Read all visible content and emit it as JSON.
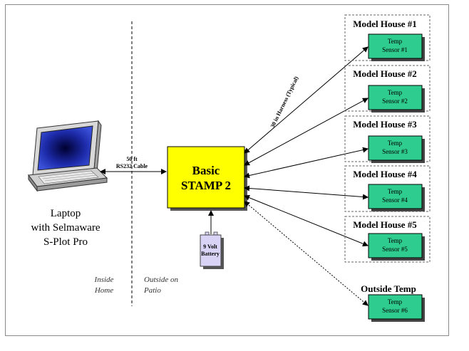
{
  "laptop": {
    "caption_lines": [
      "Laptop",
      "with Selmaware",
      "S-Plot Pro"
    ]
  },
  "cable": {
    "length": "50 ft",
    "type": "RS232 Cable"
  },
  "zones": {
    "inside": [
      "Inside",
      "Home"
    ],
    "outside": [
      "Outside on",
      "Patio"
    ]
  },
  "stamp": {
    "lines": [
      "Basic",
      "STAMP 2"
    ],
    "color": "#ffff00"
  },
  "battery": {
    "lines": [
      "9 Volt",
      "Battery"
    ],
    "color": "#d9d4f5"
  },
  "harness_label": "30 in Harness (Typical)",
  "sensor_color": "#2ecc8e",
  "houses": [
    {
      "title": "Model House #1",
      "sensor": [
        "Temp",
        "Sensor #1"
      ]
    },
    {
      "title": "Model House #2",
      "sensor": [
        "Temp",
        "Sensor #2"
      ]
    },
    {
      "title": "Model House #3",
      "sensor": [
        "Temp",
        "Sensor #3"
      ]
    },
    {
      "title": "Model House #4",
      "sensor": [
        "Temp",
        "Sensor #4"
      ]
    },
    {
      "title": "Model House #5",
      "sensor": [
        "Temp",
        "Sensor #5"
      ]
    }
  ],
  "outside_temp": {
    "title": "Outside Temp",
    "sensor": [
      "Temp",
      "Sensor #6"
    ]
  }
}
